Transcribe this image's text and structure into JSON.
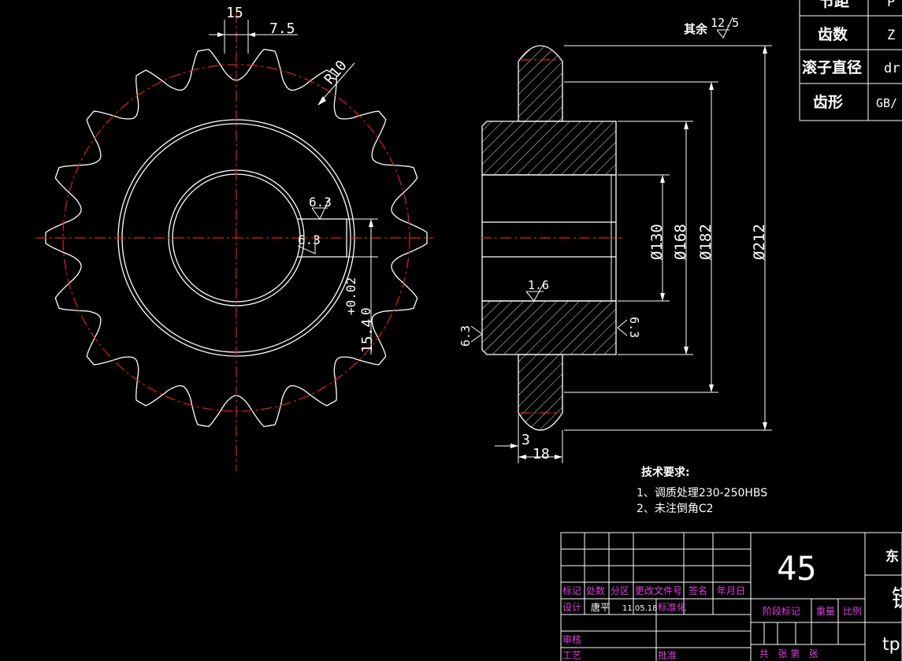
{
  "dimensions": {
    "width_15": "15",
    "width_7_5": "7.5",
    "radius": "R10",
    "finish_other": "其余",
    "finish_other_val": "12.5",
    "rough_keyway_top": "6.3",
    "rough_keyway_side": "6.3",
    "keyway_tol_upper": "+0.02",
    "keyway_tol_lower": "0",
    "keyway_depth": "15.4",
    "dia_130": "Ø130",
    "dia_168": "Ø168",
    "dia_182": "Ø182",
    "dia_212": "Ø212",
    "rough_1_6": "1.6",
    "rough_left": "6.3",
    "rough_right": "6.3",
    "dim_3": "3",
    "dim_18": "18"
  },
  "param_table": {
    "rows": [
      {
        "label": "节距",
        "value": "P"
      },
      {
        "label": "齿数",
        "value": "Z"
      },
      {
        "label": "滚子直径",
        "value": "dr"
      },
      {
        "label": "齿形",
        "value": "GB/"
      }
    ]
  },
  "tech_req": {
    "title": "技术要求:",
    "line1": "1、调质处理230-250HBS",
    "line2": "2、未注倒角C2"
  },
  "title_block": {
    "material": "45",
    "right_top": "东",
    "right_mid": "链",
    "right_bottom": "tp",
    "headers": [
      "标记",
      "处数",
      "分区",
      "更改文件号",
      "签名",
      "年月日"
    ],
    "design_label": "设计",
    "designer": "唐平",
    "design_date": "11.05.18",
    "standardize": "标准化",
    "stage_mark": "阶段标记",
    "weight": "重量",
    "scale": "比例",
    "review": "审核",
    "process": "工艺",
    "approve": "批准",
    "sheets": "共   张 第   张"
  },
  "colors": {
    "centerline": "#e02020",
    "lines": "#ffffff",
    "table_magenta": "#e040e0",
    "background": "#000000"
  }
}
